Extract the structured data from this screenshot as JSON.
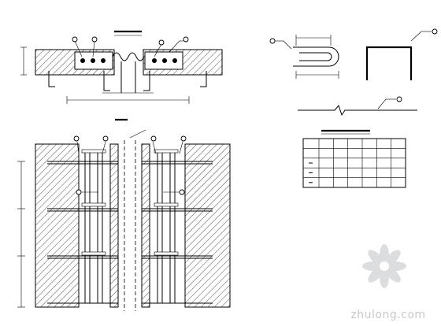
{
  "drawing": {
    "title": "",
    "watermark": {
      "text": "zhulong.com",
      "logo": "zhulong-flower-logo"
    },
    "views": [
      "joint-section-view",
      "joint-plan-view",
      "hook-bar-detail",
      "channel-bar-detail",
      "break-line-detail",
      "quantity-table"
    ],
    "table": {
      "rows": 5,
      "cols": 7,
      "dash_rows": [
        3,
        4,
        5
      ]
    },
    "colors": {
      "line": "#000000",
      "background": "#ffffff",
      "watermark": "#c9c9c9"
    }
  }
}
